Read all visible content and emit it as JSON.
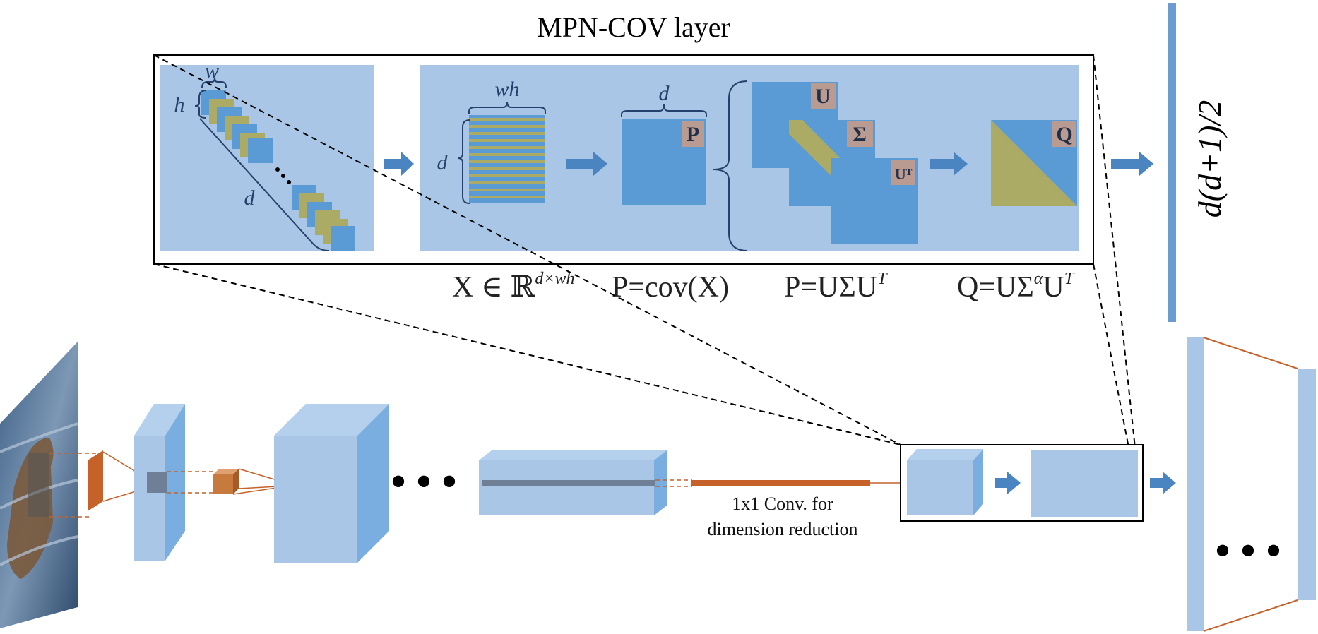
{
  "title": "MPN-COV layer",
  "labels": {
    "w": "w",
    "h": "h",
    "d": "d",
    "wh": "wh"
  },
  "matrix_tags": {
    "P": "P",
    "U": "U",
    "Sigma": "Σ",
    "UT": "Uᵀ",
    "Q": "Q"
  },
  "formulas": {
    "x_base": "X ∈ ℝ",
    "x_sup": "d×wh",
    "p_cov": "P=cov(X)",
    "p_eig_base": "P=UΣU",
    "p_eig_sup": "T",
    "q_base": "Q=UΣ",
    "q_alpha": "α",
    "q_u": "U",
    "q_sup": "T"
  },
  "output_dim": "d(d+1)/2",
  "conv_note": {
    "line1": "1x1 Conv. for",
    "line2": "dimension reduction"
  },
  "ellipsis": "• • •",
  "fc_ellipsis": "• • •",
  "colors": {
    "panel": "#a9c6e6",
    "block": "#5b9bd5",
    "block_light": "#b4d0ec",
    "block_side": "#7aaee0",
    "olive": "#acab66",
    "tag_bg": "#b99b92",
    "orange": "#c6612a",
    "arrow": "#4a85c1",
    "bar": "#6b9bd0"
  }
}
